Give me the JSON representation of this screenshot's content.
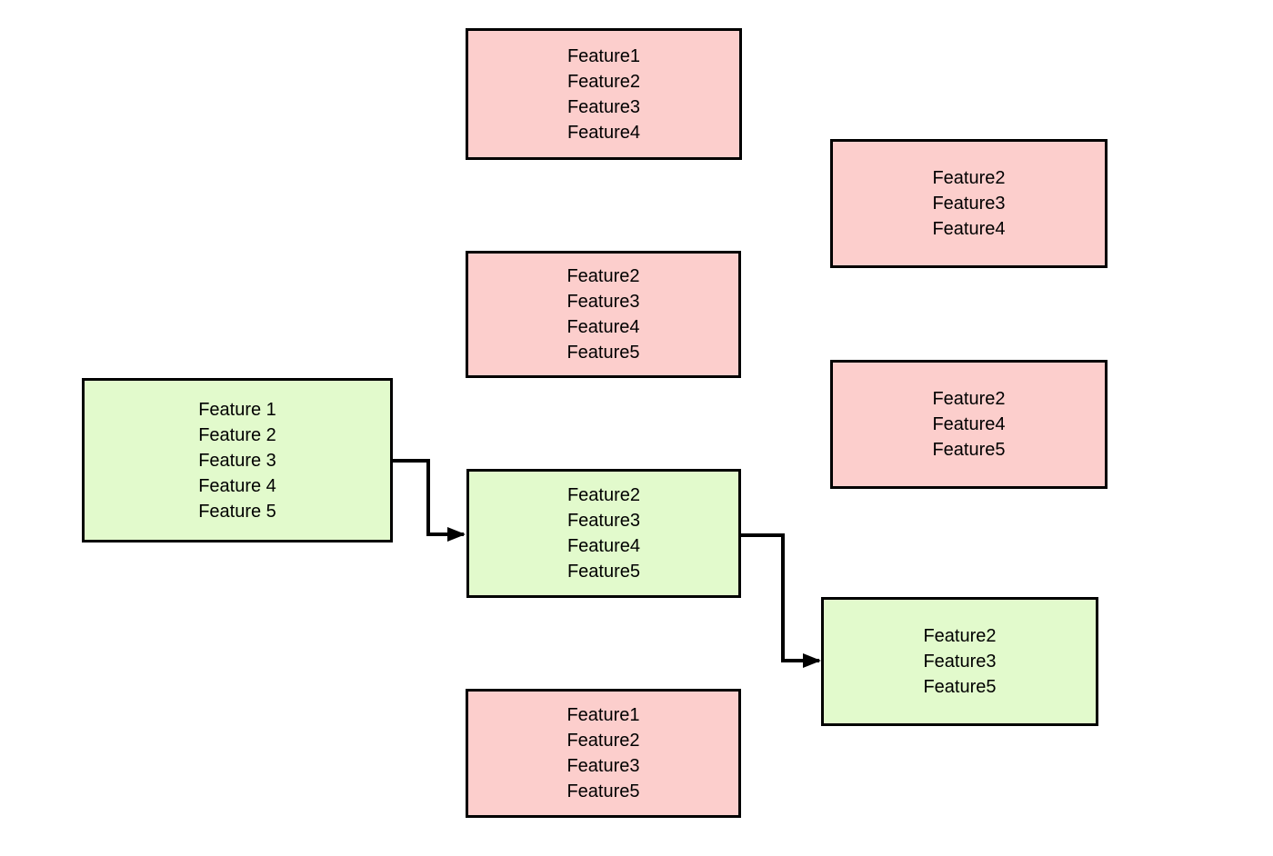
{
  "diagram": {
    "colors": {
      "bg": "#FFFFFF",
      "pink": "#FCCECC",
      "green": "#E2FACC",
      "border": "#000000",
      "arrow": "#000000"
    },
    "nodes": [
      {
        "id": "top-pink",
        "variant": "pink",
        "lines": [
          "Feature1",
          "Feature2",
          "Feature3",
          "Feature4"
        ]
      },
      {
        "id": "upper-right-pink",
        "variant": "pink",
        "lines": [
          "Feature2",
          "Feature3",
          "Feature4"
        ]
      },
      {
        "id": "middle-pink",
        "variant": "pink",
        "lines": [
          "Feature2",
          "Feature3",
          "Feature4",
          "Feature5"
        ]
      },
      {
        "id": "left-green",
        "variant": "green",
        "lines": [
          "Feature 1",
          "Feature 2",
          "Feature 3",
          "Feature 4",
          "Feature 5"
        ]
      },
      {
        "id": "middle-green",
        "variant": "green",
        "lines": [
          "Feature2",
          "Feature3",
          "Feature4",
          "Feature5"
        ]
      },
      {
        "id": "mid-right-pink",
        "variant": "pink",
        "lines": [
          "Feature2",
          "Feature4",
          "Feature5"
        ]
      },
      {
        "id": "lower-right-green",
        "variant": "green",
        "lines": [
          "Feature2",
          "Feature3",
          "Feature5"
        ]
      },
      {
        "id": "bottom-pink",
        "variant": "pink",
        "lines": [
          "Feature1",
          "Feature2",
          "Feature3",
          "Feature5"
        ]
      }
    ],
    "edges": [
      {
        "from": "left-green",
        "to": "middle-green"
      },
      {
        "from": "middle-green",
        "to": "lower-right-green"
      }
    ]
  }
}
